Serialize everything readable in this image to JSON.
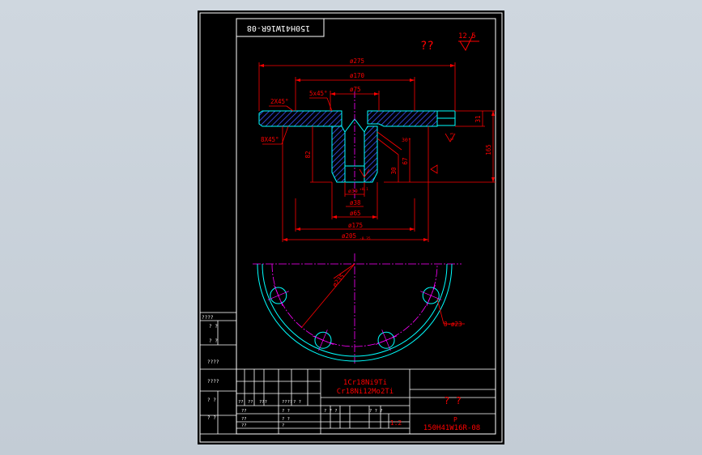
{
  "colors": {
    "background": "#c8d0d8",
    "sheet": "#000000",
    "border": "#ffffff",
    "outline": "#00ffff",
    "dimension": "#ff0000",
    "centerline": "#ff00ff",
    "hatch": "#3a55ff",
    "text": "#ffffff"
  },
  "drawing": {
    "code_stamp": "150H41W16R-08",
    "surface_mark": "??",
    "roughness_value": "12.5",
    "dims": {
      "d275": "ø275",
      "d170": "ø170",
      "d75": "ø75",
      "chamfer_2x45": "2X45°",
      "chamfer_5x45": "5x45°",
      "chamfer_8x45": "8X45°",
      "d39": "ø39",
      "d39_tol": "+0.1",
      "d38": "ø38",
      "d65": "ø65",
      "d175": "ø175",
      "d205": "ø205",
      "d205_tol": "-0.35",
      "h165": "165",
      "h31": "31",
      "h82": "82",
      "h67": "67",
      "h30": "30",
      "ang30": "30°",
      "bolt_circle": "ø235",
      "holes": "8-ø23",
      "small_note": "6.3"
    }
  },
  "title_block": {
    "material_line1": "1Cr18Ni9Ti",
    "material_line2": "Cr18Ni12Mo2Ti",
    "title_qm": "?   ?",
    "scale": "1:2",
    "letter": "P",
    "drawing_number": "150H41W16R-08",
    "left_labels": [
      "????",
      "?   ?",
      "?   ?",
      "????",
      "????",
      "?   ?",
      "?   ?"
    ],
    "grid_labels": [
      "??",
      "??",
      "???",
      "????",
      "??",
      "??",
      "??"
    ],
    "small_labels": [
      "? ?",
      "? ?",
      "?",
      "? ?",
      "? ? ?",
      "? ? ?"
    ]
  }
}
